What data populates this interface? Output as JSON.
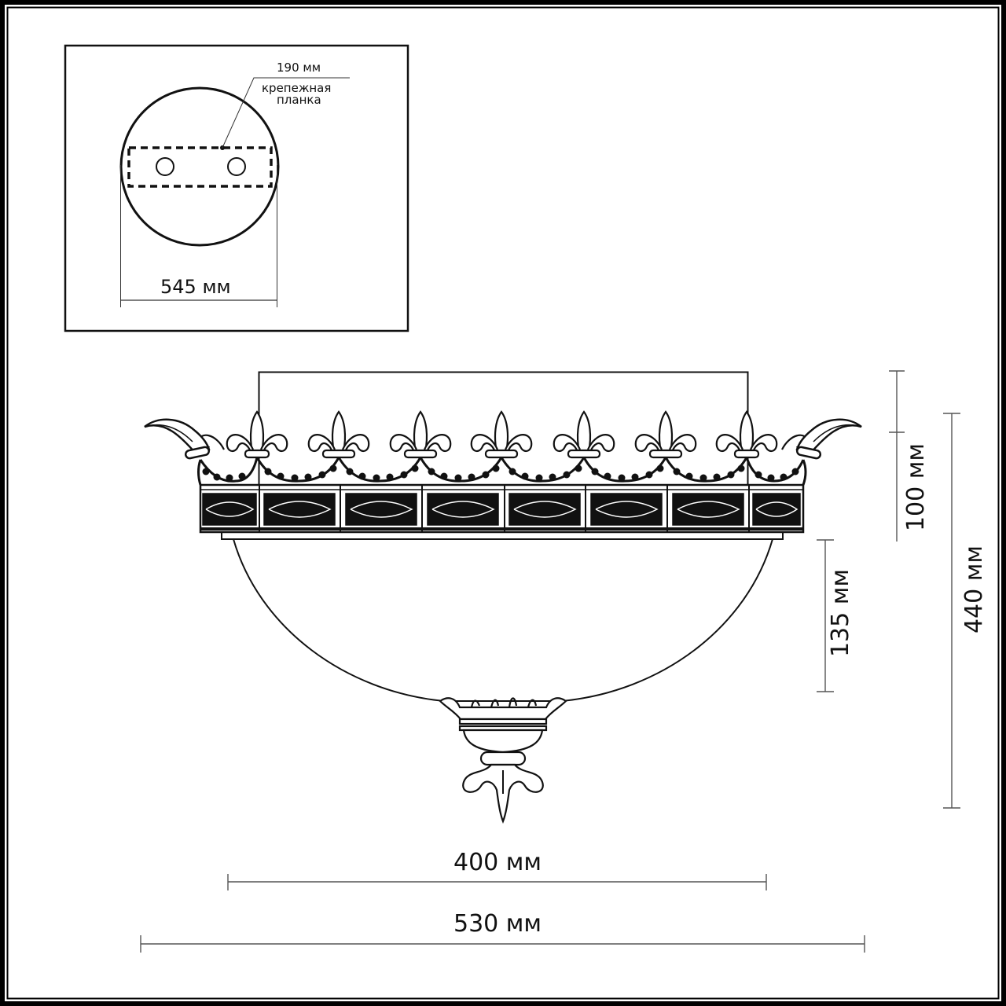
{
  "diagram": {
    "type": "technical-dimension-drawing",
    "subject": "ceiling light fixture",
    "mount_plate_inset": {
      "label_strip_width": "190 мм",
      "label_strip_name_line1": "крепежная",
      "label_strip_name_line2": "планка",
      "label_canopy_diameter": "545 мм"
    },
    "dimensions": {
      "crown_height": "100 мм",
      "bowl_height": "135 мм",
      "total_height": "440 мм",
      "bowl_width": "400 мм",
      "total_width": "530 мм"
    },
    "colors": {
      "line": "#111111",
      "dimension_line": "#555555",
      "background": "#ffffff"
    }
  }
}
